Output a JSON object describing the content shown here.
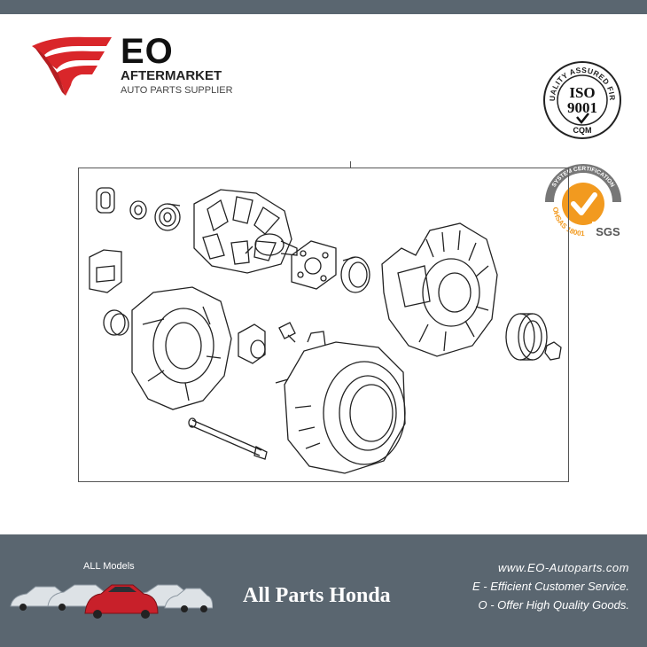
{
  "brand": {
    "name": "EO",
    "line1": "AFTERMARKET",
    "line2": "AUTO PARTS SUPPLIER",
    "accent": "#d9262a"
  },
  "certs": {
    "iso_ring": "QUALITY ASSURED FIRM",
    "iso_title": "ISO",
    "iso_number": "9001",
    "iso_body": "CQM",
    "sgs_ring": "SYSTEM CERTIFICATION",
    "sgs_std": "OHSAS 18001",
    "sgs_brand": "SGS",
    "sgs_color": "#f29a1f"
  },
  "footer": {
    "all_models": "ALL Models",
    "title": "All Parts Honda",
    "url": "www.EO-Autoparts.com",
    "line_e": "E - Efficient Customer Service.",
    "line_o": "O - Offer High Quality Goods.",
    "bg": "#5a6670"
  },
  "icons": [
    "eo-wing-logo-icon",
    "iso-9001-seal-icon",
    "sgs-ohsas-seal-icon",
    "car-lineup-icon"
  ]
}
